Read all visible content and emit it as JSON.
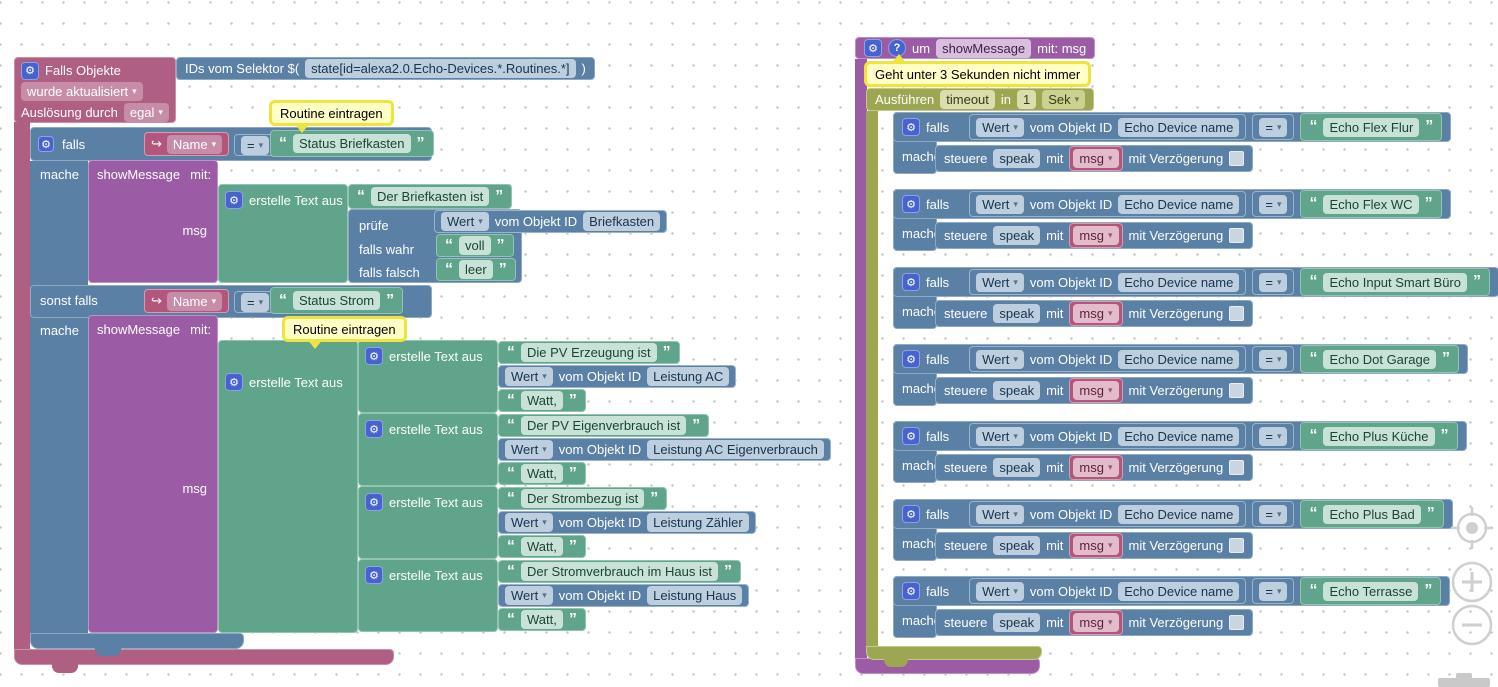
{
  "workspace": {
    "colors": {
      "trigger_rose": "#AF5F82",
      "logic_blue": "#5B80A5",
      "text_green": "#5FA48B",
      "procedure_purple": "#9B5CA5",
      "timeout_olive": "#9DA650",
      "comment_yellow": "#FFFFC7",
      "comment_border": "#EFE53A"
    }
  },
  "left": {
    "trigger_title": "Falls Objekte",
    "selector": {
      "pre": "IDs vom Selektor $(",
      "value": "state[id=alexa2.0.Echo-Devices.*.Routines.*]",
      "post": ")"
    },
    "updated": "wurde aktualisiert",
    "trigger_by_label": "Auslösung durch",
    "trigger_by_value": "egal",
    "comment_routine": "Routine eintragen",
    "falls_label": "falls",
    "sonst_falls_label": "sonst falls",
    "mache_label": "mache",
    "var_name": "Name",
    "eq": "=",
    "cond1_value": "Status Briefkasten",
    "cond2_value": "Status Strom",
    "show_message": "showMessage",
    "mit_colon": "mit:",
    "msg": "msg",
    "create_text": "erstelle Text aus",
    "briefkasten": {
      "text": "Der Briefkasten ist",
      "check_label": "prüfe",
      "wert": "Wert",
      "vom_objekt_id": "vom Objekt ID",
      "object": "Briefkasten",
      "if_true_label": "falls wahr",
      "if_true": "voll",
      "if_false_label": "falls falsch",
      "if_false": "leer"
    },
    "strom_items": [
      {
        "text": "Die PV Erzeugung ist",
        "object": "Leistung AC",
        "suffix": "Watt,"
      },
      {
        "text": "Der PV Eigenverbrauch ist",
        "object": "Leistung AC Eigenverbrauch",
        "suffix": "Watt,"
      },
      {
        "text": "Der Strombezug ist",
        "object": "Leistung Zähler",
        "suffix": "Watt,"
      },
      {
        "text": "Der Stromverbrauch im Haus ist",
        "object": "Leistung Haus",
        "suffix": "Watt,"
      }
    ]
  },
  "right": {
    "um": "um",
    "proc_name": "showMessage",
    "mit_msg": "mit: msg",
    "comment": "Geht unter 3 Sekunden nicht immer",
    "timeout": {
      "run": "Ausführen",
      "name": "timeout",
      "in": "in",
      "value": "1",
      "unit": "Sek"
    },
    "falls_label": "falls",
    "mache_label": "mache",
    "wert": "Wert",
    "vom_objekt_id": "vom Objekt ID",
    "object": "Echo Device name",
    "eq": "=",
    "steuere": "steuere",
    "action": "speak",
    "mit": "mit",
    "msg": "msg",
    "delay_label": "mit Verzögerung",
    "devices": [
      "Echo Flex Flur",
      "Echo Flex WC",
      "Echo Input Smart Büro",
      "Echo Dot Garage",
      "Echo Plus Küche",
      "Echo Plus Bad",
      "Echo Terrasse"
    ]
  }
}
